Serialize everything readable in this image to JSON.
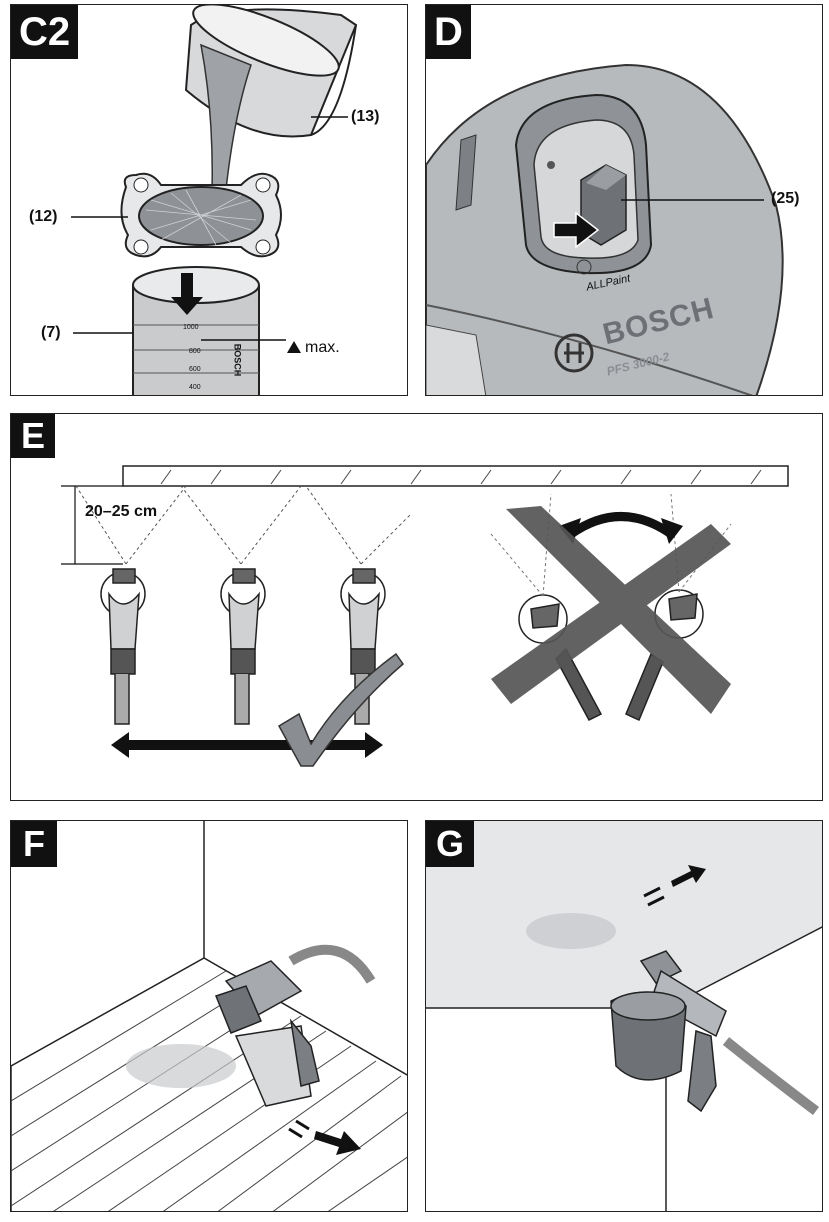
{
  "panels": {
    "c2": {
      "badge": "C2",
      "callouts": {
        "filter": "(12)",
        "bucket": "(13)",
        "container": "(7)",
        "max": "max."
      },
      "scale_marks": [
        "1000",
        "800",
        "600",
        "400"
      ],
      "container_brand": "BOSCH"
    },
    "d": {
      "badge": "D",
      "callouts": {
        "switch": "(25)"
      },
      "device_brand": "BOSCH",
      "device_model": "PFS 3000-2",
      "device_tagline": "ALLPaint"
    },
    "e": {
      "badge": "E",
      "distance": "20–25 cm"
    },
    "f": {
      "badge": "F"
    },
    "g": {
      "badge": "G"
    }
  },
  "colors": {
    "ink": "#111111",
    "device_grey": "#b9bcbf",
    "device_dark": "#7d8186",
    "wall_grey": "#e6e7e8",
    "cross_grey": "#555555"
  }
}
